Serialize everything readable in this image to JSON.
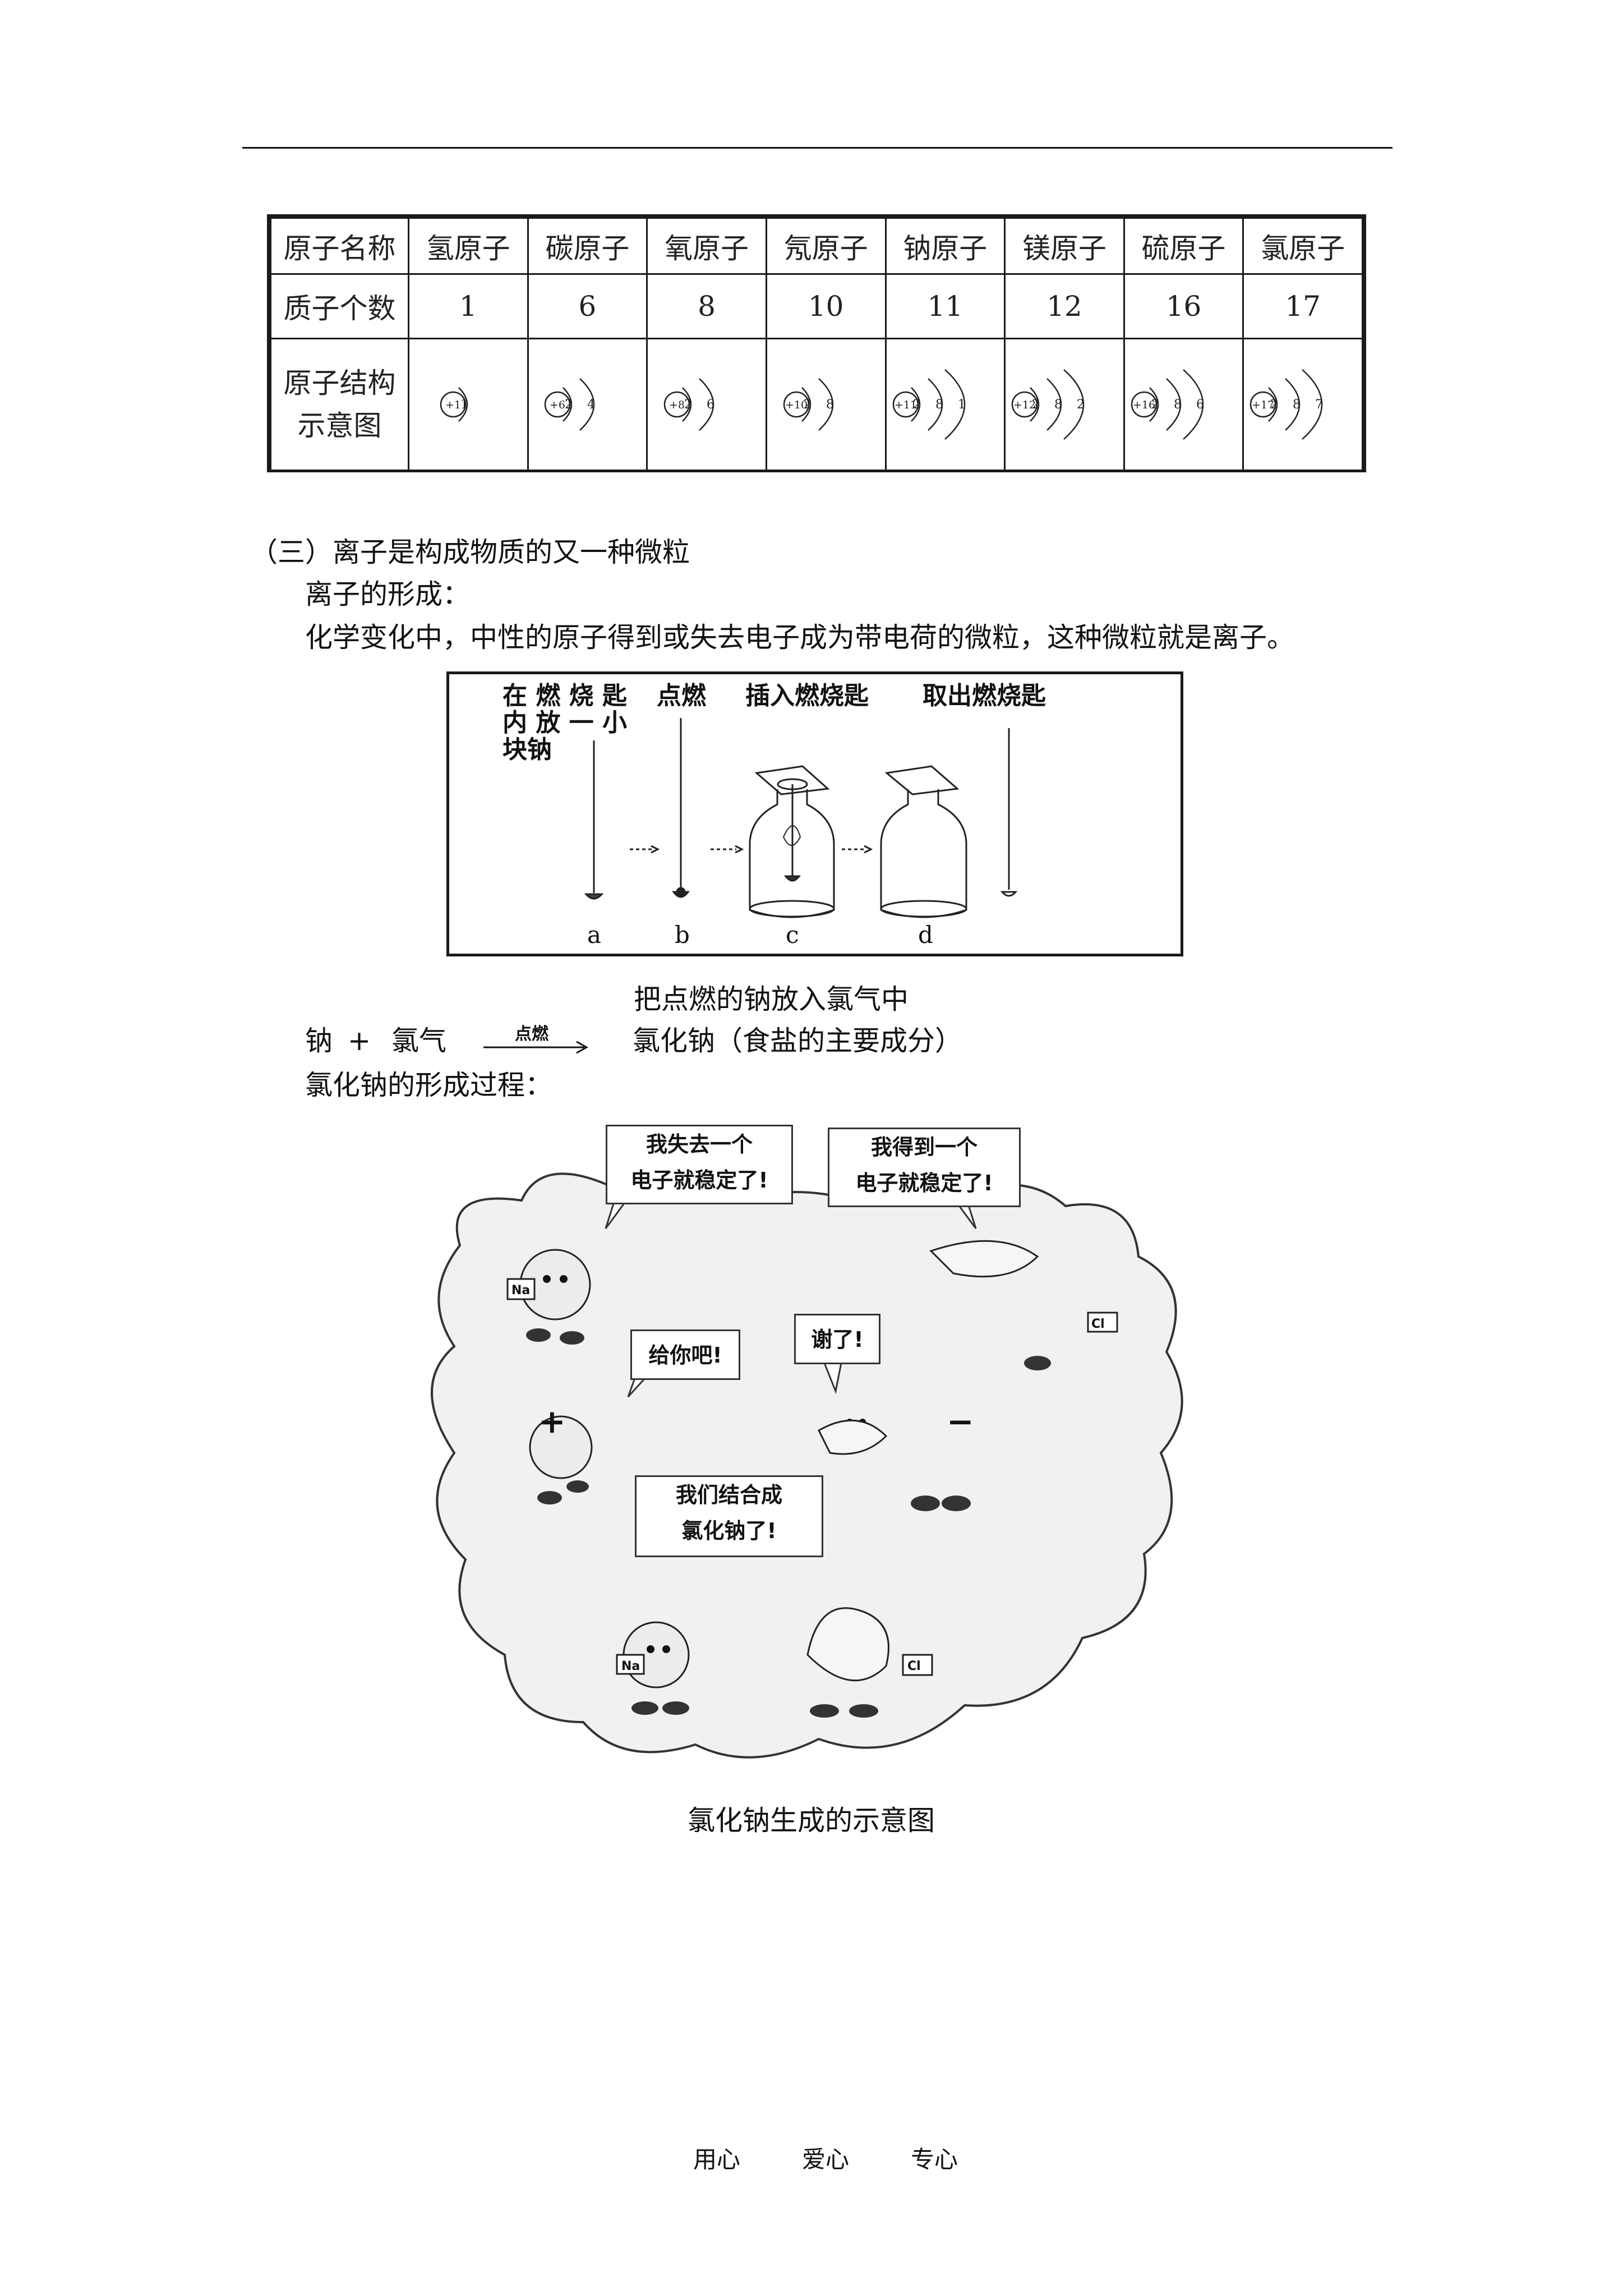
{
  "atom_table": {
    "row_headers": {
      "name": "原子名称",
      "protons": "质子个数",
      "structure_line1": "原子结构",
      "structure_line2": "示意图"
    },
    "atoms": [
      {
        "name": "氢原子",
        "protons": "1",
        "nucleus": "+1",
        "shells": [
          "1"
        ]
      },
      {
        "name": "碳原子",
        "protons": "6",
        "nucleus": "+6",
        "shells": [
          "2",
          "4"
        ]
      },
      {
        "name": "氧原子",
        "protons": "8",
        "nucleus": "+8",
        "shells": [
          "2",
          "6"
        ]
      },
      {
        "name": "氖原子",
        "protons": "10",
        "nucleus": "+10",
        "shells": [
          "2",
          "8"
        ]
      },
      {
        "name": "钠原子",
        "protons": "11",
        "nucleus": "+11",
        "shells": [
          "2",
          "8",
          "1"
        ]
      },
      {
        "name": "镁原子",
        "protons": "12",
        "nucleus": "+12",
        "shells": [
          "2",
          "8",
          "2"
        ]
      },
      {
        "name": "硫原子",
        "protons": "16",
        "nucleus": "+16",
        "shells": [
          "2",
          "8",
          "6"
        ]
      },
      {
        "name": "氯原子",
        "protons": "17",
        "nucleus": "+17",
        "shells": [
          "2",
          "8",
          "7"
        ]
      }
    ]
  },
  "section": {
    "heading": "（三）离子是构成物质的又一种微粒",
    "subheading": "离子的形成：",
    "paragraph": "化学变化中，中性的原子得到或失去电子成为带电荷的微粒，这种微粒就是离子。"
  },
  "combustion_figure": {
    "labels": {
      "a_line1": "在 燃 烧 匙",
      "a_line2": "内 放 一 小",
      "a_line3": "块钠",
      "b": "点燃",
      "c": "插入燃烧匙",
      "d": "取出燃烧匙"
    },
    "letters": [
      "a",
      "b",
      "c",
      "d"
    ],
    "caption": "把点燃的钠放入氯气中"
  },
  "equation": {
    "reactant1": "钠",
    "plus": "+",
    "reactant2": "氯气",
    "condition": "点燃",
    "product": "氯化钠（食盐的主要成分）"
  },
  "formation_label": "氯化钠的形成过程：",
  "cartoon": {
    "bubbles": {
      "na_lose_1": "我失去一个",
      "na_lose_2": "电子就稳定了!",
      "cl_gain_1": "我得到一个",
      "cl_gain_2": "电子就稳定了!",
      "give": "给你吧!",
      "thanks": "谢了!",
      "combine_1": "我们结合成",
      "combine_2": "氯化钠了!"
    },
    "signs": {
      "plus": "+",
      "minus": "−"
    },
    "tags": {
      "na": "Na",
      "cl": "Cl"
    },
    "caption": "氯化钠生成的示意图"
  },
  "footer": [
    "用心",
    "爱心",
    "专心"
  ]
}
